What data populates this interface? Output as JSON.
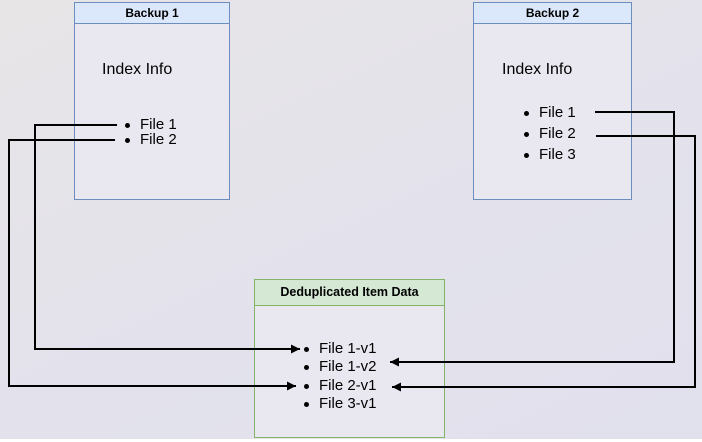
{
  "diagram": {
    "backup1": {
      "title": "Backup 1",
      "index_label": "Index Info",
      "files": [
        "File 1",
        "File 2"
      ]
    },
    "backup2": {
      "title": "Backup 2",
      "index_label": "Index Info",
      "files": [
        "File 1",
        "File 2",
        "File 3"
      ]
    },
    "dedup": {
      "title": "Deduplicated Item Data",
      "items": [
        "File 1-v1",
        "File 1-v2",
        "File 2-v1",
        "File 3-v1"
      ]
    },
    "connections": [
      {
        "from": "Backup 1 / File 1",
        "to": "File 1-v1"
      },
      {
        "from": "Backup 1 / File 2",
        "to": "File 2-v1"
      },
      {
        "from": "Backup 2 / File 1",
        "to": "File 1-v2"
      },
      {
        "from": "Backup 2 / File 2",
        "to": "File 2-v1"
      }
    ],
    "colors": {
      "blue_fill": "#dbe8fb",
      "blue_border": "#6c8ebf",
      "green_fill": "#d5e8d4",
      "green_border": "#82b366",
      "arrow": "#000000"
    }
  }
}
